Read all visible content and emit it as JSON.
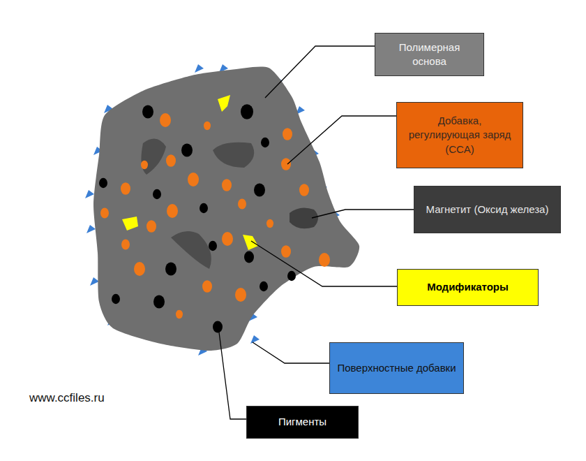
{
  "diagram": {
    "nodes": [
      {
        "text": [
          "Полимерная основа"
        ]
      },
      {
        "text": [
          "Добавка, регулирующая заряд (CCA)"
        ]
      },
      {
        "text": [
          "Магнетит (Оксид железа)"
        ]
      },
      {
        "text": [
          "Модификаторы"
        ]
      },
      {
        "text": [
          "Поверхностные добавки"
        ]
      },
      {
        "text": [
          "Пигменты"
        ]
      }
    ],
    "labels": [
      "www.ccfiles.ru"
    ]
  }
}
